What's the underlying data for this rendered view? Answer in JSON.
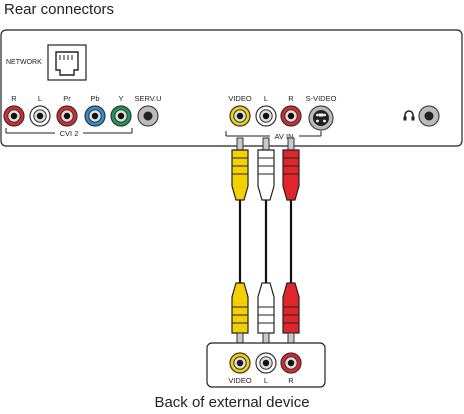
{
  "title": "Rear connectors",
  "footer": "Back of external device",
  "panel": {
    "network_label": "NETWORK",
    "cvi_group_label": "CVI 2",
    "cvi_jacks": [
      {
        "label": "R",
        "color": "#e0262b"
      },
      {
        "label": "L",
        "color": "#ffffff"
      },
      {
        "label": "Pr",
        "color": "#e0262b"
      },
      {
        "label": "Pb",
        "color": "#2a8fd6"
      },
      {
        "label": "Y",
        "color": "#1a9b55"
      }
    ],
    "servu_label": "SERV.U",
    "av_group_label": "AV IN",
    "av_jacks": [
      {
        "label": "VIDEO",
        "color": "#f5d000"
      },
      {
        "label": "L",
        "color": "#ffffff"
      },
      {
        "label": "R",
        "color": "#e0262b"
      }
    ],
    "svideo_label": "S-VIDEO",
    "headphone_icon": "headphone-icon"
  },
  "device": {
    "jacks": [
      {
        "label": "VIDEO",
        "color": "#f5d000"
      },
      {
        "label": "L",
        "color": "#ffffff"
      },
      {
        "label": "R",
        "color": "#e0262b"
      }
    ]
  },
  "cables": [
    {
      "name": "video",
      "color": "#f5d000"
    },
    {
      "name": "audio-left",
      "color": "#ffffff"
    },
    {
      "name": "audio-right",
      "color": "#e0262b"
    }
  ]
}
